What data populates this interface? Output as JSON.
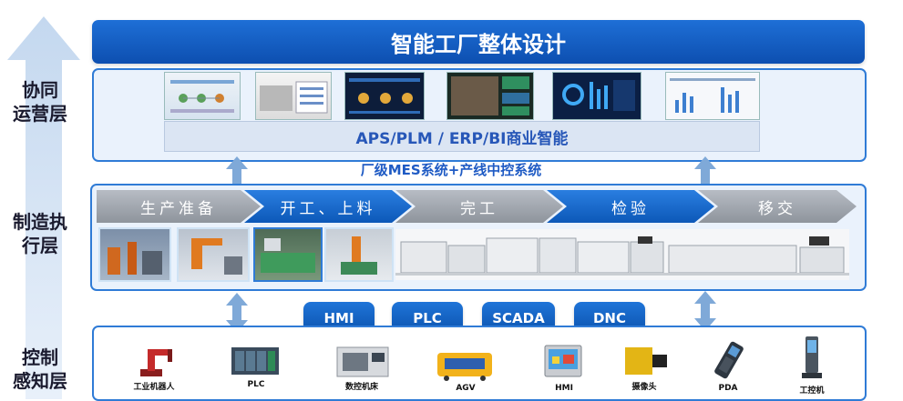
{
  "title": "智能工厂整体设计",
  "layers": {
    "top": "协同\n运营层",
    "middle": "制造执\n行层",
    "bottom": "控制\n感知层"
  },
  "apps_bar": "APS/PLM / ERP/BI商业智能",
  "mes_label": "厂级MES系统+产线中控系统",
  "process_steps": [
    "生产准备",
    "开工、上料",
    "完工",
    "检验",
    "移交"
  ],
  "protocols": [
    "HMI",
    "PLC",
    "SCADA",
    "DNC"
  ],
  "devices": [
    "工业机器人",
    "PLC",
    "数控机床",
    "AGV",
    "HMI",
    "摄像头",
    "PDA",
    "工控机"
  ],
  "colors": {
    "brand_blue": "#0d4fb0",
    "panel_border": "#2f7bd6",
    "chevron_gray": "#8e949c",
    "chevron_blue": "#0c58b8"
  },
  "icons": [
    "up-arrow-icon",
    "double-arrow-icon"
  ]
}
